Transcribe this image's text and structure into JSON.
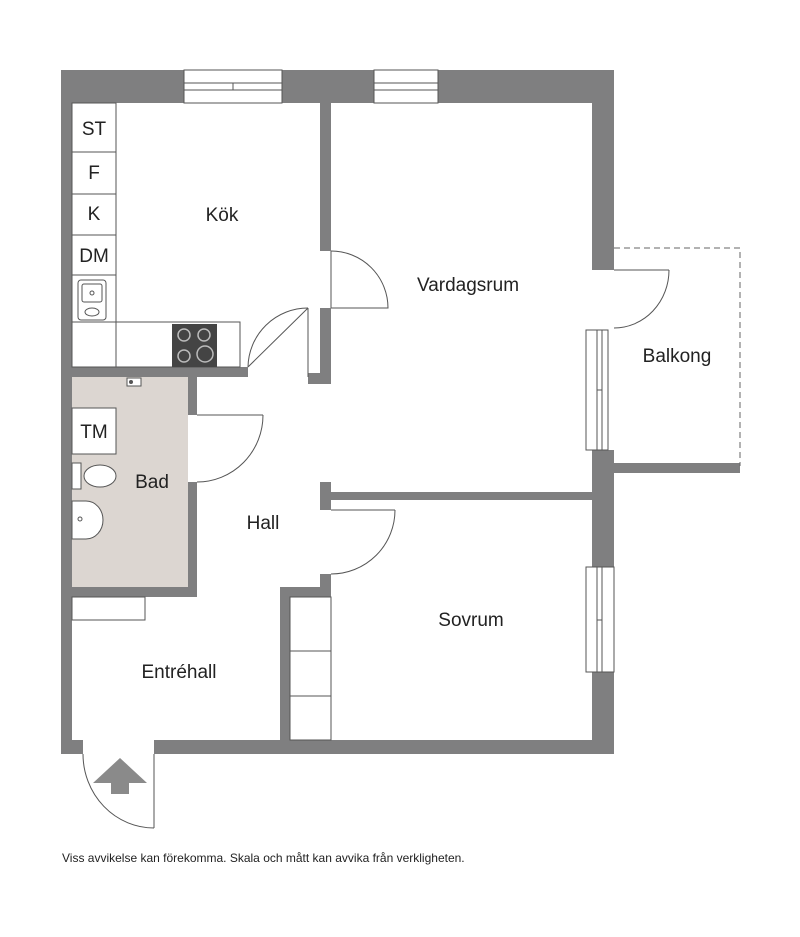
{
  "rooms": {
    "kitchen": "Kök",
    "living": "Vardagsrum",
    "balcony": "Balkong",
    "bath": "Bad",
    "hall": "Hall",
    "bedroom": "Sovrum",
    "entry": "Entréhall"
  },
  "appliances": {
    "st": "ST",
    "f": "F",
    "k": "K",
    "dm": "DM",
    "tm": "TM"
  },
  "disclaimer": "Viss avvikelse kan förekomma. Skala och mått kan avvika från verkligheten.",
  "colors": {
    "wall": "#7f7f80",
    "bath_floor": "#dcd6d1",
    "background": "#ffffff"
  },
  "icons": {
    "entrance": "entrance-arrow-icon",
    "sink": "sink-icon",
    "stove": "stove-icon",
    "toilet": "toilet-icon",
    "washbasin": "washbasin-icon"
  }
}
